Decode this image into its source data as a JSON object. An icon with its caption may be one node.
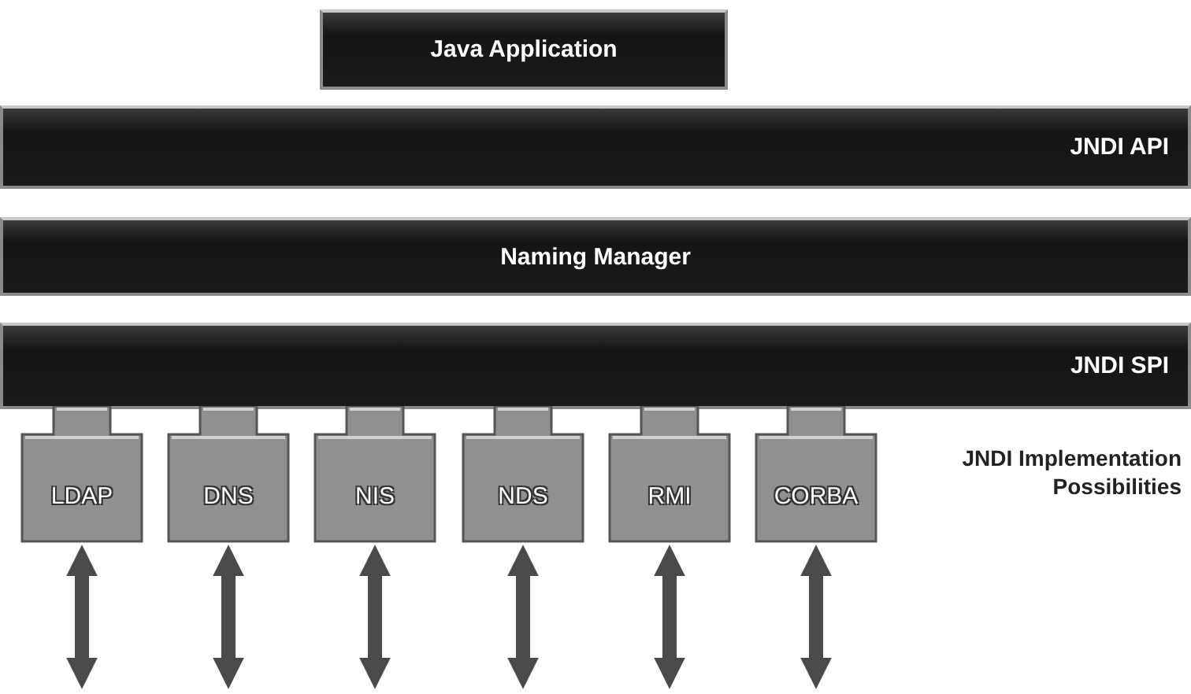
{
  "diagram": {
    "nodes": [
      {
        "text": [
          "Java Application"
        ]
      },
      {
        "text": [
          "JNDI API"
        ]
      },
      {
        "text": [
          "Naming Manager"
        ]
      },
      {
        "text": [
          "JNDI SPI"
        ]
      },
      {
        "text": [
          "LDAP"
        ]
      },
      {
        "text": [
          "DNS"
        ]
      },
      {
        "text": [
          "NIS"
        ]
      },
      {
        "text": [
          "NDS"
        ]
      },
      {
        "text": [
          "RMI"
        ]
      },
      {
        "text": [
          "CORBA"
        ]
      }
    ],
    "edges": [
      {
        "from": 4,
        "to": null,
        "arrow": "both"
      },
      {
        "from": 5,
        "to": null,
        "arrow": "both"
      },
      {
        "from": 6,
        "to": null,
        "arrow": "both"
      },
      {
        "from": 7,
        "to": null,
        "arrow": "both"
      },
      {
        "from": 8,
        "to": null,
        "arrow": "both"
      },
      {
        "from": 9,
        "to": null,
        "arrow": "both"
      }
    ],
    "labels": [
      "JNDI Implementation Possibilities"
    ]
  }
}
